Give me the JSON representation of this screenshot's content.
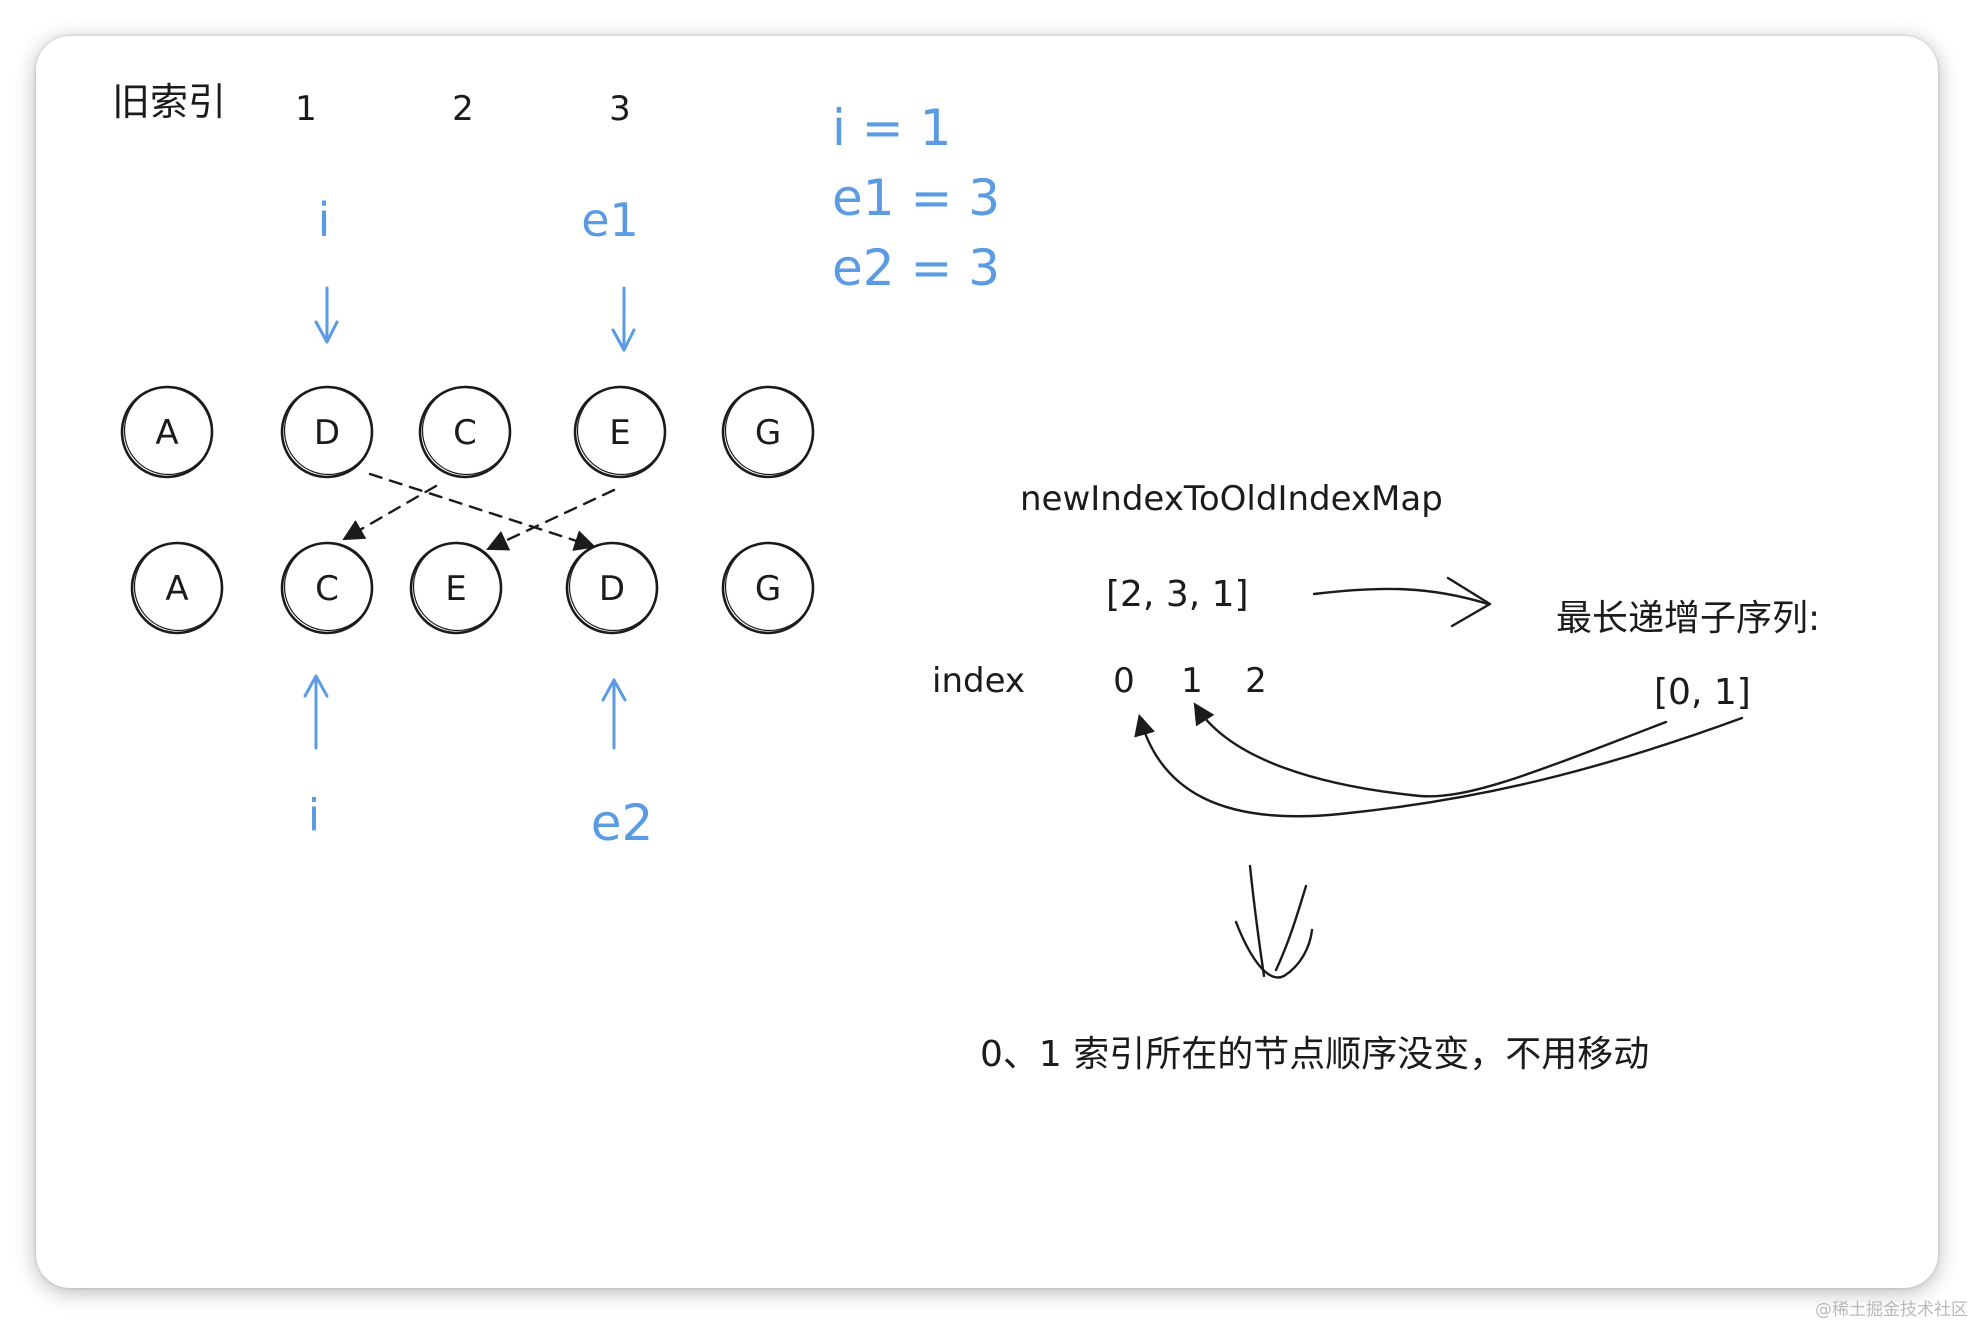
{
  "labels": {
    "old_index_title": "旧索引",
    "old_index_1": "1",
    "old_index_2": "2",
    "old_index_3": "3",
    "pointer_i_top": "i",
    "pointer_e1": "e1",
    "pointer_i_bottom": "i",
    "pointer_e2": "e2",
    "var_i": "i = 1",
    "var_e1": "e1 = 3",
    "var_e2": "e2 = 3",
    "map_title": "newIndexToOldIndexMap",
    "map_value": "[2, 3, 1]",
    "index_label": "index",
    "index_0": "0",
    "index_1": "1",
    "index_2": "2",
    "lis_title": "最长递增子序列:",
    "lis_value": "[0, 1]",
    "conclusion": "0、1 索引所在的节点顺序没变，不用移动",
    "watermark": "@稀土掘金技术社区"
  },
  "old_row": [
    "A",
    "D",
    "C",
    "E",
    "G"
  ],
  "new_row": [
    "A",
    "C",
    "E",
    "D",
    "G"
  ],
  "colors": {
    "pointer": "#5b9be3",
    "ink": "#1b1b1b",
    "watermark": "#b9b9b9"
  }
}
